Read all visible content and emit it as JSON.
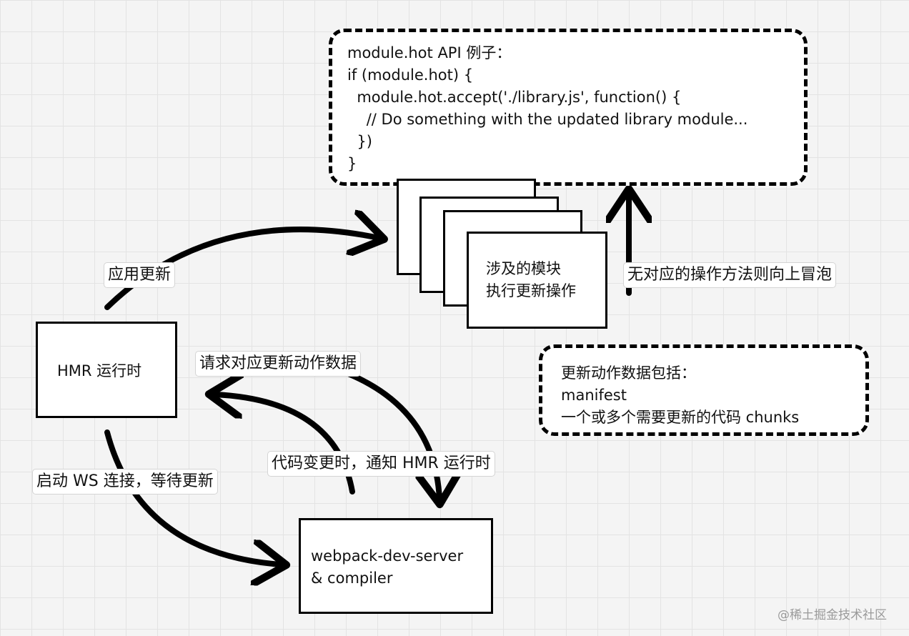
{
  "code_box": {
    "lines": [
      "module.hot API 例子：",
      "if (module.hot) {",
      "  module.hot.accept('./library.js', function() {",
      "    // Do something with the updated library module...",
      "  })",
      "}"
    ]
  },
  "modules_box": {
    "line1": "涉及的模块",
    "line2": "执行更新操作"
  },
  "hmr_runtime": {
    "label": "HMR 运行时"
  },
  "dev_server": {
    "line1": "webpack-dev-server",
    "line2": "& compiler"
  },
  "update_data_box": {
    "line1": "更新动作数据包括：",
    "line2": "manifest",
    "line3": "一个或多个需要更新的代码 chunks"
  },
  "edge_labels": {
    "apply_update": "应用更新",
    "bubble_up": "无对应的操作方法则向上冒泡",
    "request_data": "请求对应更新动作数据",
    "code_change": "代码变更时，通知 HMR 运行时",
    "start_ws": "启动 WS 连接，等待更新"
  },
  "watermark": "@稀土掘金技术社区"
}
